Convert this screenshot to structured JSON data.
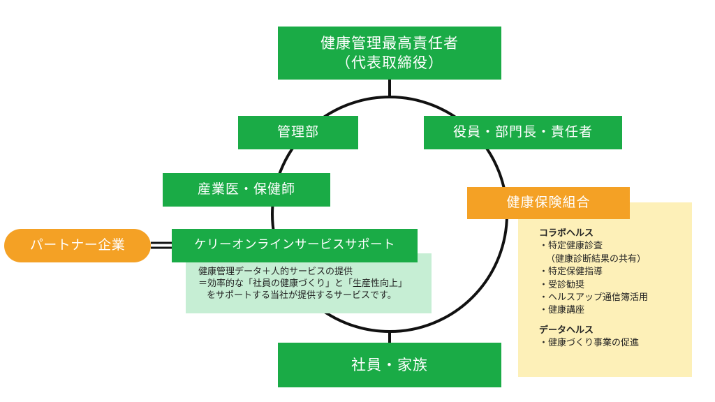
{
  "diagram": {
    "top": {
      "line1": "健康管理最高責任者",
      "line2": "（代表取締役）"
    },
    "management": "管理部",
    "executives": "役員・部門長・責任者",
    "doctor": "産業医・保健師",
    "support": {
      "label": "ケリーオンラインサービスサポート",
      "description": [
        "健康管理データ＋人的サービスの提供",
        "＝効率的な「社員の健康づくり」と「生産性向上」",
        "をサポートする当社が提供するサービスです。"
      ]
    },
    "partner": "パートナー企業",
    "insurer": {
      "label": "健康保険組合",
      "collabo": {
        "heading": "コラボヘルス",
        "items": [
          "・特定健康診査",
          "（健康診断結果の共有）",
          "・特定保健指導",
          "・受診勧奨",
          "・ヘルスアップ通信簿活用",
          "・健康講座"
        ]
      },
      "data_health": {
        "heading": "データヘルス",
        "items": [
          "・健康づくり事業の促進"
        ]
      }
    },
    "staff": "社員・家族"
  },
  "colors": {
    "green": "#1aab46",
    "orange": "#f4a125",
    "light_green": "#c6eed4",
    "light_yellow": "#fdf0b8",
    "line": "#111111"
  }
}
